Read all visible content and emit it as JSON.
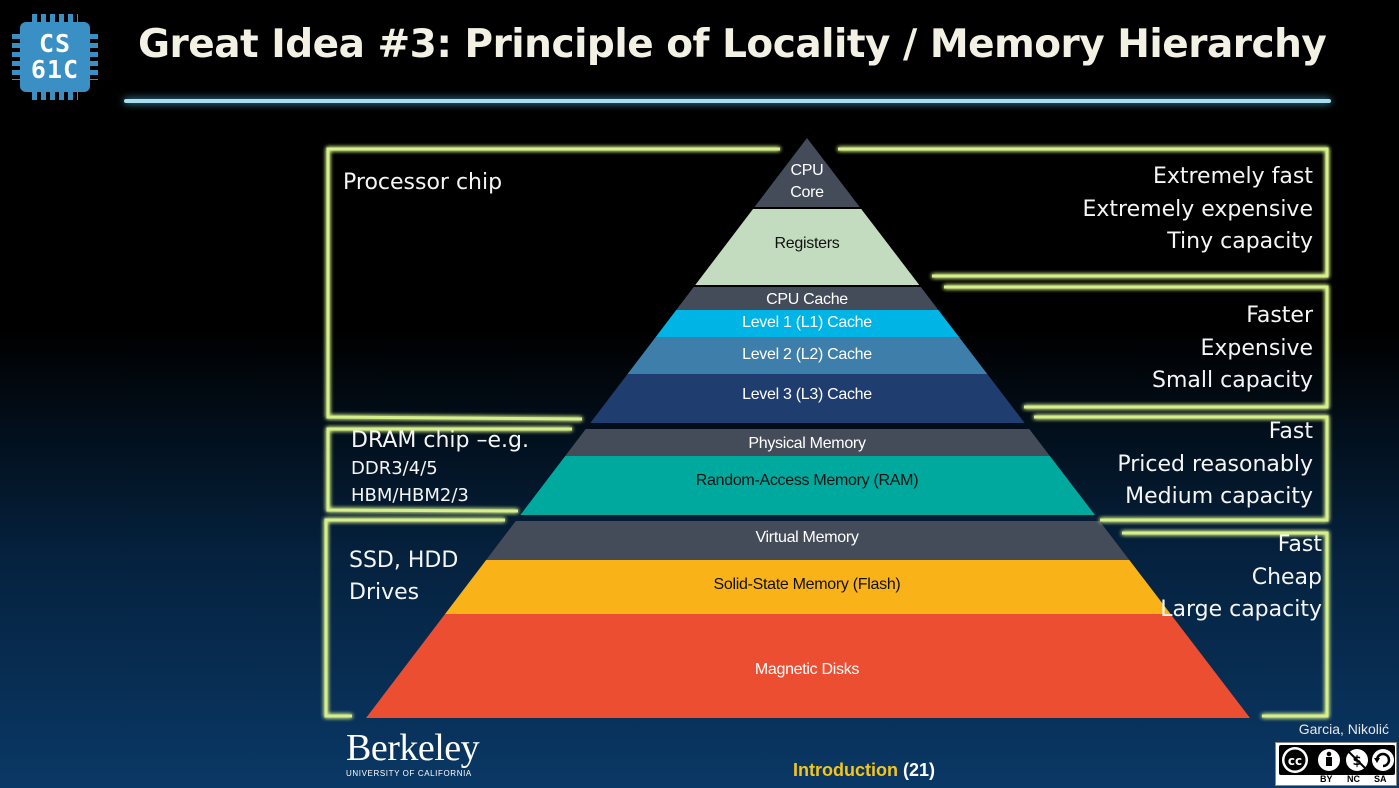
{
  "slide": {
    "title": "Great Idea #3: Principle of Locality / Memory Hierarchy",
    "logo": {
      "line1": "CS",
      "line2": "61C"
    },
    "credit": "Garcia, Nikolić",
    "footer": {
      "section": "Introduction",
      "page": "(21)"
    },
    "berkeley": {
      "wordmark": "Berkeley",
      "subtitle": "UNIVERSITY OF CALIFORNIA"
    },
    "license": {
      "by": "BY",
      "nc": "NC",
      "sa": "SA"
    }
  },
  "pyramid": {
    "layers": [
      {
        "label": "CPU",
        "label2": "Core",
        "color": "#444c5a",
        "text_color": "#ffffff"
      },
      {
        "label": "Registers",
        "color": "#c3dcc0",
        "text_color": "#111111"
      },
      {
        "label": "CPU Cache",
        "color": "#444c5a",
        "text_color": "#ffffff"
      },
      {
        "label": "Level 1 (L1) Cache",
        "color": "#00b4e6",
        "text_color": "#ffffff"
      },
      {
        "label": "Level 2 (L2) Cache",
        "color": "#3d7faa",
        "text_color": "#ffffff"
      },
      {
        "label": "Level 3 (L3) Cache",
        "color": "#1f3d6e",
        "text_color": "#ffffff"
      },
      {
        "label": "Physical Memory",
        "color": "#444c5a",
        "text_color": "#ffffff"
      },
      {
        "label": "Random-Access Memory (RAM)",
        "color": "#00a99d",
        "text_color": "#111111"
      },
      {
        "label": "Virtual Memory",
        "color": "#444c5a",
        "text_color": "#ffffff"
      },
      {
        "label": "Solid-State Memory (Flash)",
        "color": "#f9b319",
        "text_color": "#111111"
      },
      {
        "label": "Magnetic Disks",
        "color": "#ec4e32",
        "text_color": "#ffffff"
      }
    ]
  },
  "groups": [
    {
      "left_lines": [
        "Processor chip"
      ],
      "right_lines": [
        "Extremely fast",
        "Extremely expensive",
        "Tiny capacity"
      ]
    },
    {
      "left_lines": [
        "",
        ""
      ],
      "right_lines": [
        "Faster",
        "Expensive",
        "Small capacity"
      ]
    },
    {
      "left_lines": [
        "DRAM chip –e.g.",
        "DDR3/4/5",
        "HBM/HBM2/3"
      ],
      "right_lines": [
        "Fast",
        "Priced reasonably",
        "Medium capacity"
      ]
    },
    {
      "left_lines": [
        "SSD, HDD",
        "Drives"
      ],
      "right_lines": [
        "Fast",
        "Cheap",
        "Large capacity"
      ]
    }
  ],
  "colors": {
    "bracket": "#d6ef8a",
    "bracket_glow": "#7fd43a",
    "title_rule": "#a8dff0"
  }
}
